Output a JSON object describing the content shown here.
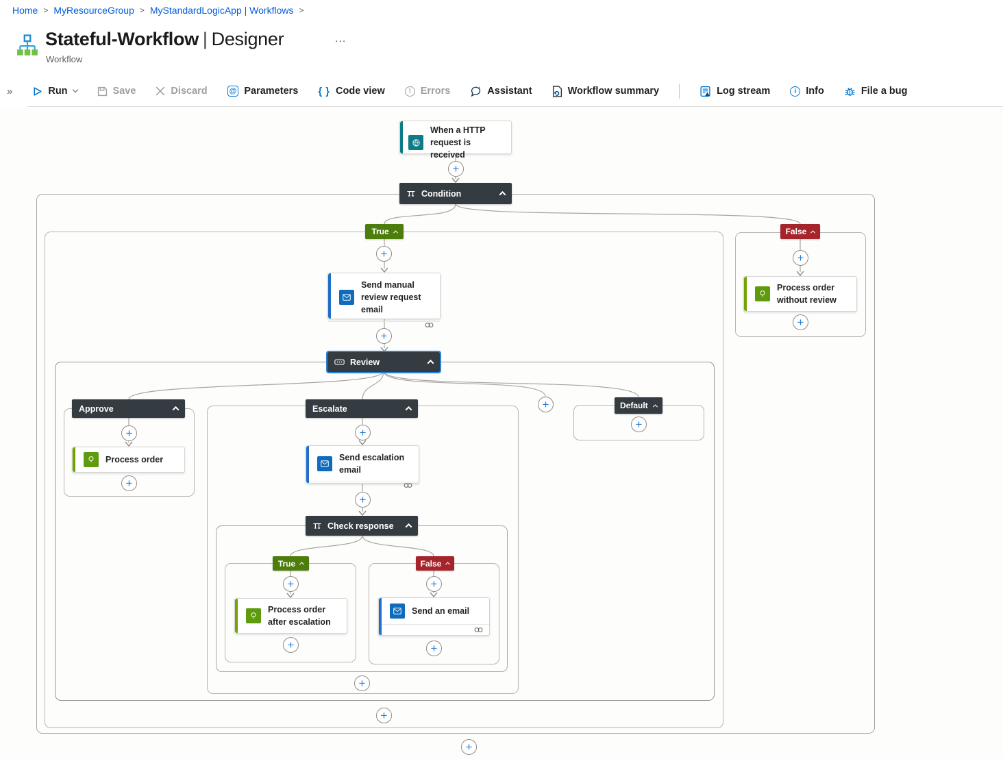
{
  "breadcrumb": {
    "separator": ">",
    "items": [
      {
        "label": "Home"
      },
      {
        "label": "MyResourceGroup"
      },
      {
        "label": "MyStandardLogicApp | Workflows"
      }
    ]
  },
  "header": {
    "title_name": "Stateful-Workflow",
    "title_separator": "|",
    "title_view": "Designer",
    "overflow": "...",
    "subtitle": "Workflow"
  },
  "toolbar": {
    "expand": "»",
    "items": [
      {
        "label": "Run",
        "icon": "play-icon",
        "enabled": true,
        "has_dropdown": true
      },
      {
        "label": "Save",
        "icon": "save-icon",
        "enabled": false
      },
      {
        "label": "Discard",
        "icon": "discard-icon",
        "enabled": false
      },
      {
        "label": "Parameters",
        "icon": "parameters-icon",
        "enabled": true
      },
      {
        "label": "Code view",
        "icon": "code-view-icon",
        "enabled": true
      },
      {
        "label": "Errors",
        "icon": "errors-icon",
        "enabled": false
      },
      {
        "label": "Assistant",
        "icon": "assistant-icon",
        "enabled": true
      },
      {
        "label": "Workflow summary",
        "icon": "workflow-summary-icon",
        "enabled": true
      },
      {
        "label": "Log stream",
        "icon": "log-stream-icon",
        "enabled": true
      },
      {
        "label": "Info",
        "icon": "info-icon",
        "enabled": true
      },
      {
        "label": "File a bug",
        "icon": "bug-icon",
        "enabled": true
      }
    ]
  },
  "workflow": {
    "trigger_label": "When a HTTP request is received",
    "condition_label": "Condition",
    "true_label": "True",
    "false_label": "False",
    "send_manual_review_label": "Send manual review request email",
    "review_label": "Review",
    "approve_label": "Approve",
    "process_order_label": "Process order",
    "escalate_label": "Escalate",
    "send_escalation_label": "Send escalation email",
    "check_response_label": "Check response",
    "cr_true_label": "True",
    "cr_false_label": "False",
    "process_order_after_label": "Process order after escalation",
    "send_an_email_label": "Send an email",
    "default_label": "Default",
    "process_order_without_label": "Process order without review",
    "add_symbol": "+"
  },
  "colors": {
    "link_blue": "#015cda",
    "accent_blue": "#0078d4",
    "node_dark": "#343b41",
    "selected_blue": "#2b83d8",
    "true_green": "#4d7d0c",
    "false_red": "#a4262c",
    "trigger_teal": "#0e7c86",
    "email_blue": "#0f6cbd",
    "email_border_blue": "#1f6fc8",
    "action_green_icon": "#5f9b0e",
    "action_green_border": "#73a303",
    "disabled_gray": "#a19f9d"
  }
}
